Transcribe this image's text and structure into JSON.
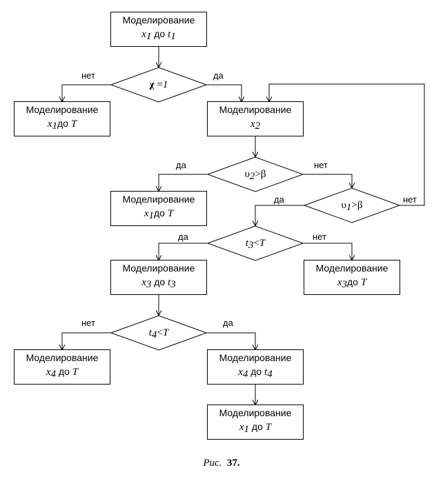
{
  "caption": {
    "prefix": "Рис.",
    "number": "37."
  },
  "boxes": {
    "b1": {
      "title": "Моделирование",
      "var": "x",
      "sub": "1",
      "word": "до",
      "var2": "t",
      "sub2": "1"
    },
    "b2": {
      "title": "Моделирование",
      "var": "x",
      "sub": "1",
      "word": "до",
      "var2": "T",
      "sub2": ""
    },
    "b3": {
      "title": "Моделирование",
      "var": "x",
      "sub": "2",
      "word": "",
      "var2": "",
      "sub2": ""
    },
    "b4": {
      "title": "Моделирование",
      "var": "x",
      "sub": "1",
      "word": "до",
      "var2": "T",
      "sub2": ""
    },
    "b5": {
      "title": "Моделирование",
      "var": "x",
      "sub": "3",
      "word": "до",
      "var2": "t",
      "sub2": "3"
    },
    "b6": {
      "title": "Моделирование",
      "var": "x",
      "sub": "3",
      "word": "до",
      "var2": "T",
      "sub2": ""
    },
    "b7": {
      "title": "Моделирование",
      "var": "x",
      "sub": "4",
      "word": "до",
      "var2": "T",
      "sub2": ""
    },
    "b8": {
      "title": "Моделирование",
      "var": "x",
      "sub": "4",
      "word": "до",
      "var2": "t",
      "sub2": "4"
    },
    "b9": {
      "title": "Моделирование",
      "var": "x",
      "sub": "1",
      "word": "до",
      "var2": "T",
      "sub2": ""
    }
  },
  "decisions": {
    "d1": {
      "left": "χ",
      "op": "=",
      "right": "1",
      "sub": ""
    },
    "d2": {
      "left": "υ",
      "sub": "2",
      "op": ">",
      "right": "β"
    },
    "d3": {
      "left": "υ",
      "sub": "1",
      "op": ">",
      "right": "β"
    },
    "d4": {
      "left": "t",
      "sub": "3",
      "op": "<",
      "right": "T"
    },
    "d5": {
      "left": "t",
      "sub": "4",
      "op": "<",
      "right": "T"
    }
  },
  "labels": {
    "yes": "да",
    "no": "нет"
  }
}
